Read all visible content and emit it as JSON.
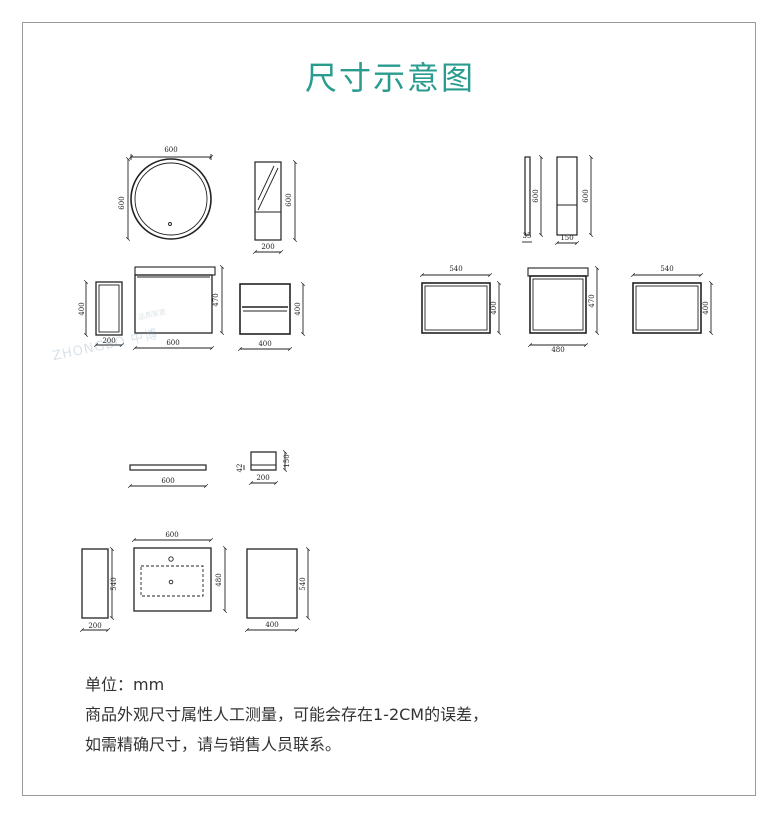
{
  "title": "尺寸示意图",
  "watermark": {
    "text": "ZHONGBO 中博",
    "sub": "品质家居"
  },
  "colors": {
    "title": "#2a9c8f",
    "line": "#222222",
    "frame": "#9a9a9a",
    "text": "#333333"
  },
  "dimensions": {
    "mirror_round_width": "600",
    "mirror_round_height": "600",
    "mirror_cabinet_height": "600",
    "mirror_cabinet_width": "200",
    "mirror_flat_height": "600",
    "mirror_flat_depth": "35",
    "mirror_side_height": "600",
    "mirror_side_width": "150",
    "side_cabinet_height": "400",
    "side_cabinet_depth": "200",
    "main_cabinet_width": "600",
    "main_cabinet_height": "470",
    "shelf_height": "400",
    "shelf_width": "400",
    "back_left_width": "540",
    "back_left_height": "400",
    "back_mid_height": "470",
    "back_mid_width": "480",
    "back_right_width": "540",
    "back_right_height": "400",
    "top_plate_width": "600",
    "top_side_height": "150",
    "top_side_lip": "42",
    "top_side_depth": "200",
    "basin_width": "600",
    "basin_depth": "480",
    "basin_side_height": "540",
    "basin_side_depth": "200",
    "basin_right_height": "540",
    "basin_right_width": "400"
  },
  "notes": {
    "unit": "单位：mm",
    "line1": "商品外观尺寸属性人工测量，可能会存在1-2CM的误差，",
    "line2": "如需精确尺寸，请与销售人员联系。"
  }
}
